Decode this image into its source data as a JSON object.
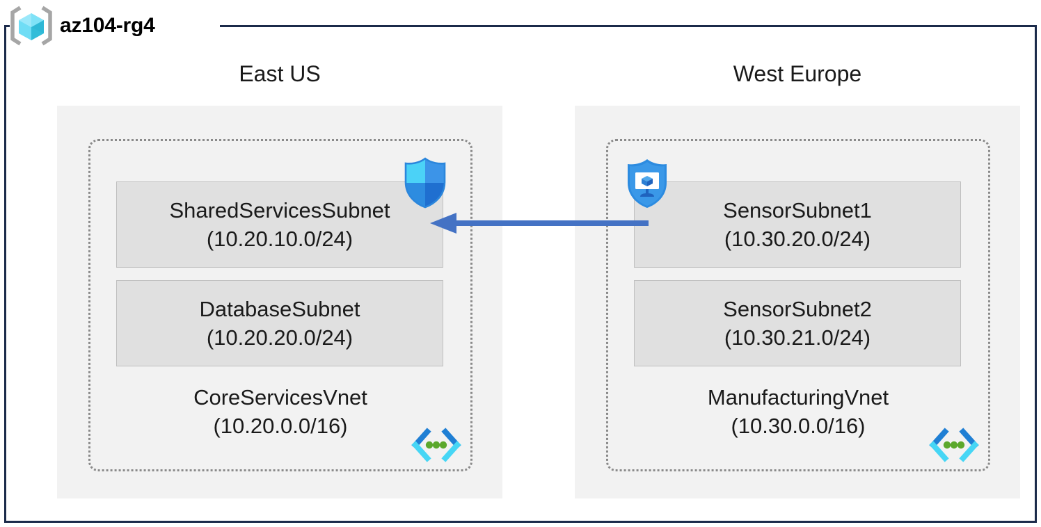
{
  "resource_group": {
    "name": "az104-rg4",
    "icon": "resource-group-cube-icon",
    "frame_color": "#1B2A4A"
  },
  "regions": [
    {
      "id": "east",
      "label": "East US",
      "vnet": {
        "name": "CoreServicesVnet",
        "cidr": "(10.20.0.0/16)",
        "icon": "virtual-network-icon",
        "subnets": [
          {
            "name": "SharedServicesSubnet",
            "cidr": "(10.20.10.0/24)"
          },
          {
            "name": "DatabaseSubnet",
            "cidr": "(10.20.20.0/24)"
          }
        ]
      }
    },
    {
      "id": "west",
      "label": "West Europe",
      "vnet": {
        "name": "ManufacturingVnet",
        "cidr": "(10.30.0.0/16)",
        "icon": "virtual-network-icon",
        "subnets": [
          {
            "name": "SensorSubnet1",
            "cidr": "(10.30.20.0/24)"
          },
          {
            "name": "SensorSubnet2",
            "cidr": "(10.30.21.0/24)"
          }
        ]
      }
    }
  ],
  "badges": [
    {
      "id": "nsg",
      "icon": "network-security-group-shield-icon",
      "attached_to": "SharedServicesSubnet"
    },
    {
      "id": "defender",
      "icon": "security-center-shield-monitor-icon",
      "attached_to": "SensorSubnet1"
    }
  ],
  "connection": {
    "icon": "peering-arrow-left-icon",
    "direction": "right-to-left",
    "from": "SensorSubnet1",
    "to": "SharedServicesSubnet",
    "color": "#4472C4"
  },
  "colors": {
    "frame": "#1B2A4A",
    "region_fill": "#F2F2F2",
    "subnet_fill": "#E0E0E0",
    "subnet_border": "#BFBFBF",
    "vnet_dotted_border": "#8A8A8A",
    "arrow": "#4472C4",
    "text": "#1A1A1A"
  }
}
